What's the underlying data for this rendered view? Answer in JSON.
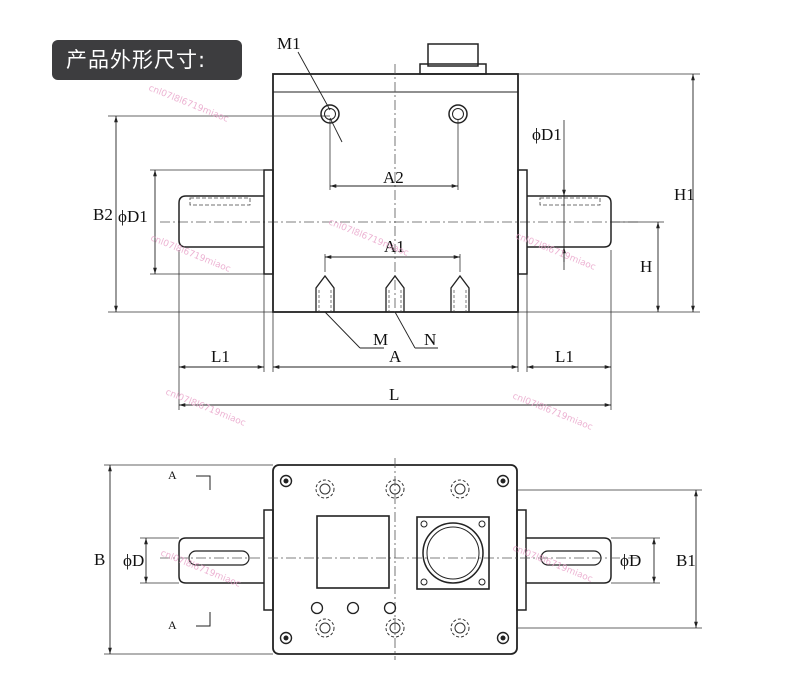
{
  "section_title": "产品外形尺寸:",
  "labels": {
    "M1": "M1",
    "D1_top": "ϕD1",
    "A2": "A2",
    "H1": "H1",
    "B2": "B2",
    "D1_left": "ϕD1",
    "A1": "A1",
    "H": "H",
    "M": "M",
    "N": "N",
    "A": "A",
    "L1_left": "L1",
    "L1_right": "L1",
    "L": "L",
    "section_A_top": "A",
    "section_A_bottom": "A",
    "B": "B",
    "D_left": "ϕD",
    "D_right": "ϕD",
    "B1": "B1"
  },
  "watermark": "cnl07l8l6719miaoc"
}
